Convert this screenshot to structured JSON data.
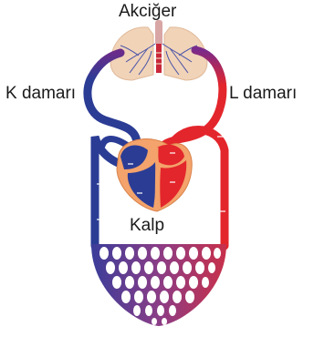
{
  "labels": {
    "lungs": "Akciğer",
    "k_vessel": "K damarı",
    "l_vessel": "L damarı",
    "heart": "Kalp"
  },
  "colors": {
    "oxygenated": "#e3262c",
    "deoxygenated": "#2b3c95",
    "lung_tissue": "#f1d3b8",
    "heart_muscle": "#f3a36b",
    "capillary_mix": "#8b3d86"
  }
}
